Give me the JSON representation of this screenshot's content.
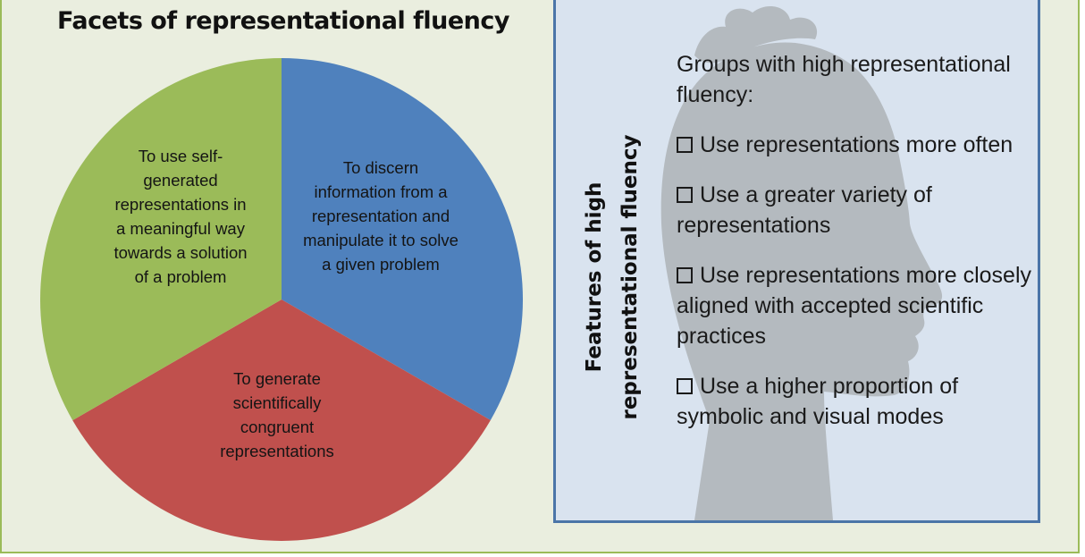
{
  "left_section": {
    "title": "Facets of representational fluency",
    "slices": [
      {
        "label": "To discern information from a representation and manipulate it to solve a given problem",
        "color": "#4f81bd",
        "fraction": 0.3333
      },
      {
        "label": "To generate scientifically congruent representations",
        "color": "#c0504d",
        "fraction": 0.3333
      },
      {
        "label": "To use self-generated representations in a meaningful way towards a solution of a problem",
        "color": "#9bbb59",
        "fraction": 0.3334
      }
    ]
  },
  "right_section": {
    "side_title_line1": "Features of high",
    "side_title_line2": "representational fluency",
    "intro": "Groups with high representational fluency:",
    "features": [
      "Use representations more often",
      "Use a greater variety of representations",
      "Use representations more closely aligned with accepted scientific practices",
      "Use a higher proportion of symbolic and visual modes"
    ]
  },
  "colors": {
    "background": "#eaeedf",
    "frame_border": "#9bbb59",
    "panel_fill": "#d9e3ef",
    "panel_border": "#4b75a8",
    "silhouette": "#b4babf"
  }
}
